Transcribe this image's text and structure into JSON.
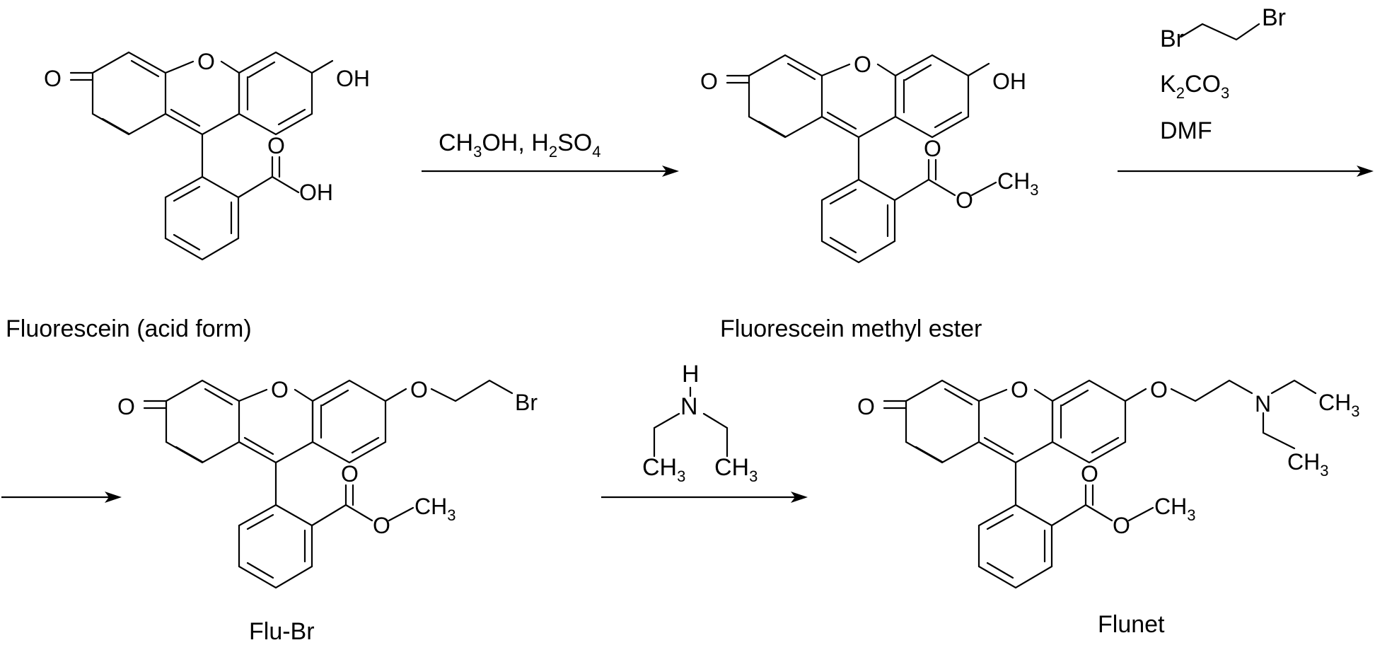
{
  "compounds": {
    "fluorescein": {
      "name": "Fluorescein (acid form)",
      "O": "O",
      "OH": "OH",
      "acid_O": "O",
      "acid_OH": "OH"
    },
    "methyl_ester": {
      "name": "Fluorescein methyl ester",
      "O": "O",
      "OH": "OH",
      "ester_O": "O",
      "ester_OMe": "O",
      "CH": "CH",
      "sub3": "3"
    },
    "flu_br": {
      "name": "Flu-Br",
      "O": "O",
      "ether_O": "O",
      "Br": "Br",
      "ester_O": "O",
      "ester_OMe": "O",
      "CH": "CH",
      "sub3": "3"
    },
    "flunet": {
      "name": "Flunet",
      "O": "O",
      "ether_O": "O",
      "N": "N",
      "CH": "CH",
      "sub3": "3",
      "ester_O": "O",
      "ester_OMe": "O"
    }
  },
  "steps": {
    "step1": {
      "reagent_a": "CH",
      "a_sub": "3",
      "a_rest": "OH, H",
      "b_sub": "2",
      "b_rest": "SO",
      "c_sub": "4"
    },
    "step2": {
      "br1": "Br",
      "br2": "Br",
      "k": "K",
      "k_sub": "2",
      "co": "CO",
      "co_sub": "3",
      "solvent": "DMF"
    },
    "step3": {
      "H": "H",
      "N": "N",
      "CH": "CH",
      "sub3": "3"
    }
  }
}
